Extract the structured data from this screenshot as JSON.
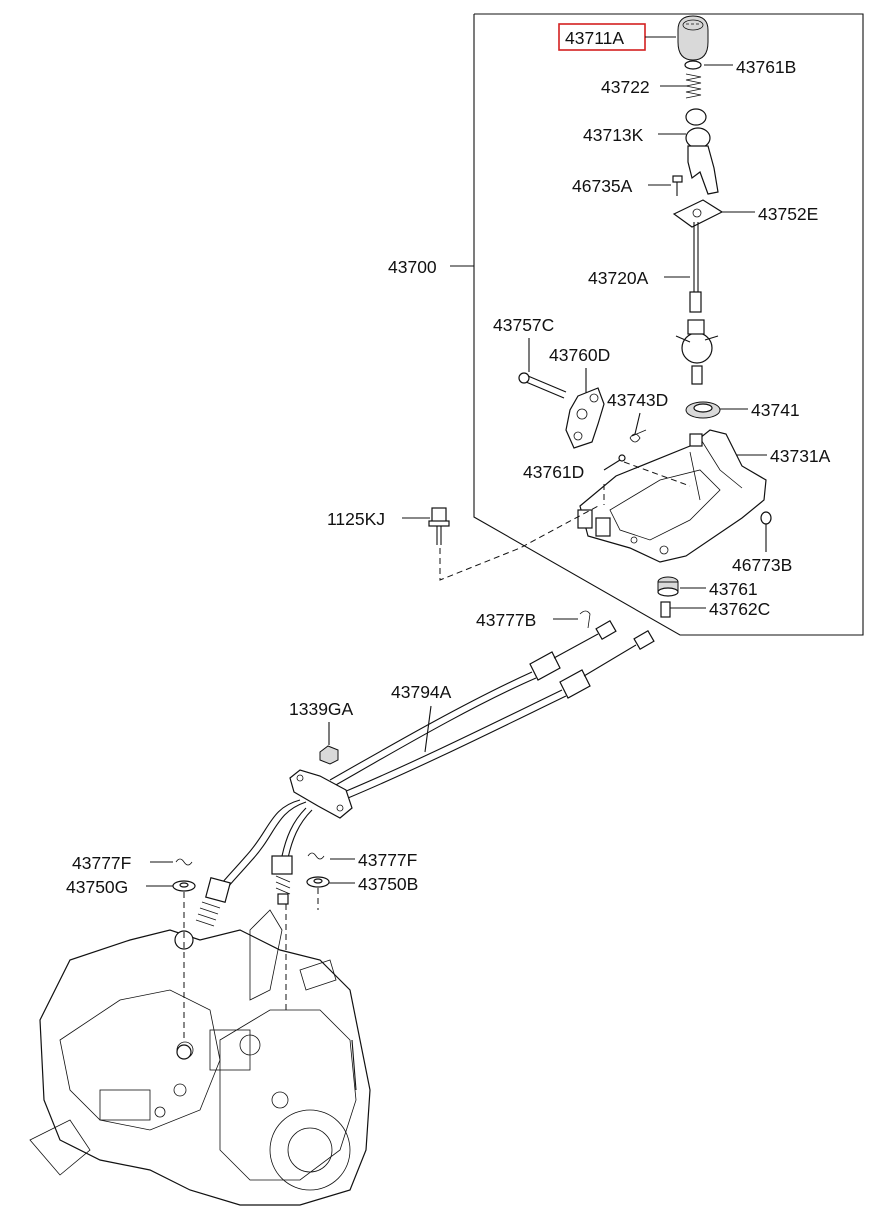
{
  "highlighted_part": "43711A",
  "accent_color": "#d42020",
  "labels": {
    "p43711A": "43711A",
    "p43761B": "43761B",
    "p43722": "43722",
    "p43713K": "43713K",
    "p46735A": "46735A",
    "p43752E": "43752E",
    "p43700": "43700",
    "p43720A": "43720A",
    "p43757C": "43757C",
    "p43760D": "43760D",
    "p43743D": "43743D",
    "p43741": "43741",
    "p43731A": "43731A",
    "p43761D": "43761D",
    "p1125KJ": "1125KJ",
    "p46773B": "46773B",
    "p43761": "43761",
    "p43762C": "43762C",
    "p43777B": "43777B",
    "p43794A": "43794A",
    "p1339GA": "1339GA",
    "p43777F_left": "43777F",
    "p43777F_right": "43777F",
    "p43750G": "43750G",
    "p43750B": "43750B"
  }
}
